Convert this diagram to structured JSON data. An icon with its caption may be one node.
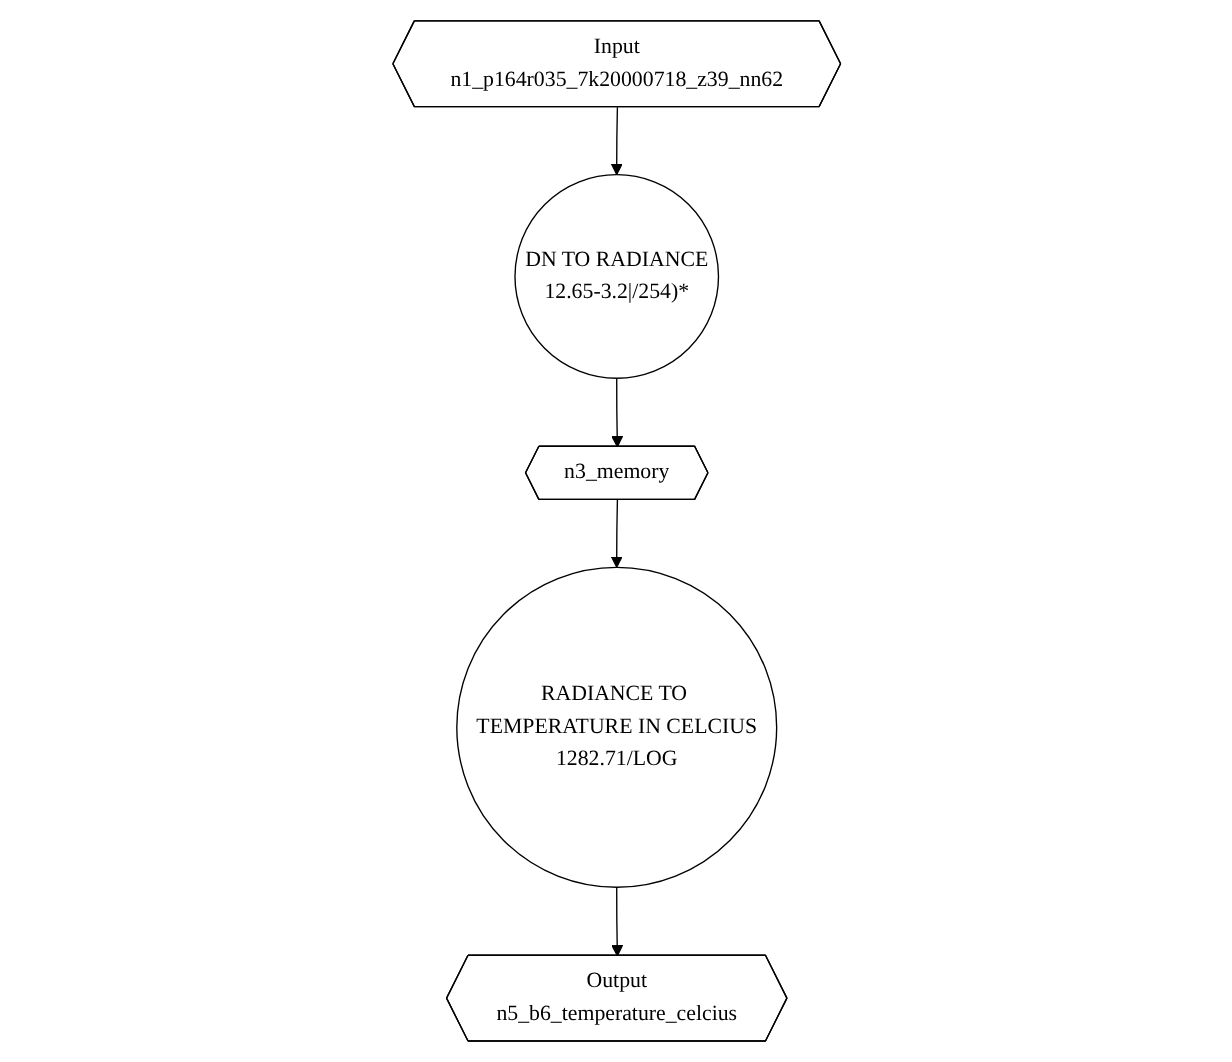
{
  "diagram": {
    "nodes": [
      {
        "text": [
          "Input",
          "n1_p164r035_7k20000718_z39_nn62"
        ]
      },
      {
        "text": [
          "DN TO RADIANCE",
          "12.65-3.2|/254)*"
        ]
      },
      {
        "text": [
          "n3_memory"
        ]
      },
      {
        "text": [
          "RADIANCE TO TEMPERATURE IN CELCIUS",
          "1282.71/LOG"
        ]
      },
      {
        "text": [
          "Output",
          "n5_b6_temperature_celcius"
        ]
      }
    ],
    "edges": [
      {
        "from": 0,
        "to": 1,
        "arrow": "to"
      },
      {
        "from": 1,
        "to": 2,
        "arrow": "to"
      },
      {
        "from": 2,
        "to": 3,
        "arrow": "to"
      },
      {
        "from": 3,
        "to": 4,
        "arrow": "to"
      }
    ]
  }
}
